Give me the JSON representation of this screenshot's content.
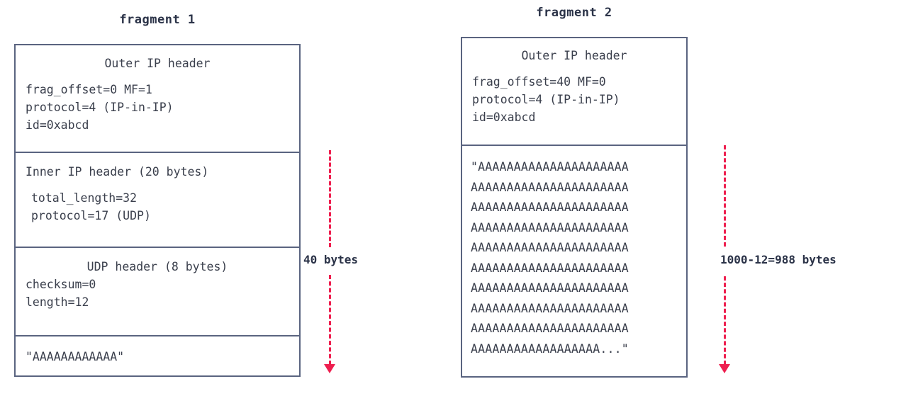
{
  "diagram": {
    "title_note": "IP-in-IP fragmentation diagram",
    "accent_red": "#ee1f4f",
    "border_navy": "#5a6480",
    "text_navy": "#2b3348"
  },
  "fragment1": {
    "title": "fragment 1",
    "sections": {
      "outer_ip": {
        "heading": "Outer IP header",
        "lines": [
          "frag_offset=0 MF=1",
          "protocol=4 (IP-in-IP)",
          "id=0xabcd"
        ]
      },
      "inner_ip": {
        "heading": "Inner IP header (20 bytes)",
        "lines": [
          "total_length=32",
          "protocol=17 (UDP)"
        ]
      },
      "udp": {
        "heading": "UDP header (8 bytes)",
        "lines": [
          "checksum=0",
          "length=12"
        ]
      },
      "payload": {
        "line": "\"AAAAAAAAAAAA\""
      }
    }
  },
  "fragment2": {
    "title": "fragment 2",
    "sections": {
      "outer_ip": {
        "heading": "Outer IP header",
        "lines": [
          "frag_offset=40 MF=0",
          "protocol=4 (IP-in-IP)",
          "id=0xabcd"
        ]
      },
      "payload": {
        "lines": [
          "\"AAAAAAAAAAAAAAAAAAAAA",
          "AAAAAAAAAAAAAAAAAAAAAA",
          "AAAAAAAAAAAAAAAAAAAAAA",
          "AAAAAAAAAAAAAAAAAAAAAA",
          "AAAAAAAAAAAAAAAAAAAAAA",
          "AAAAAAAAAAAAAAAAAAAAAA",
          "AAAAAAAAAAAAAAAAAAAAAA",
          "AAAAAAAAAAAAAAAAAAAAAA",
          "AAAAAAAAAAAAAAAAAAAAAA",
          "AAAAAAAAAAAAAAAAAA...\""
        ]
      }
    }
  },
  "measures": {
    "left": {
      "label": "40 bytes"
    },
    "right": {
      "label": "1000-12=988 bytes"
    }
  }
}
